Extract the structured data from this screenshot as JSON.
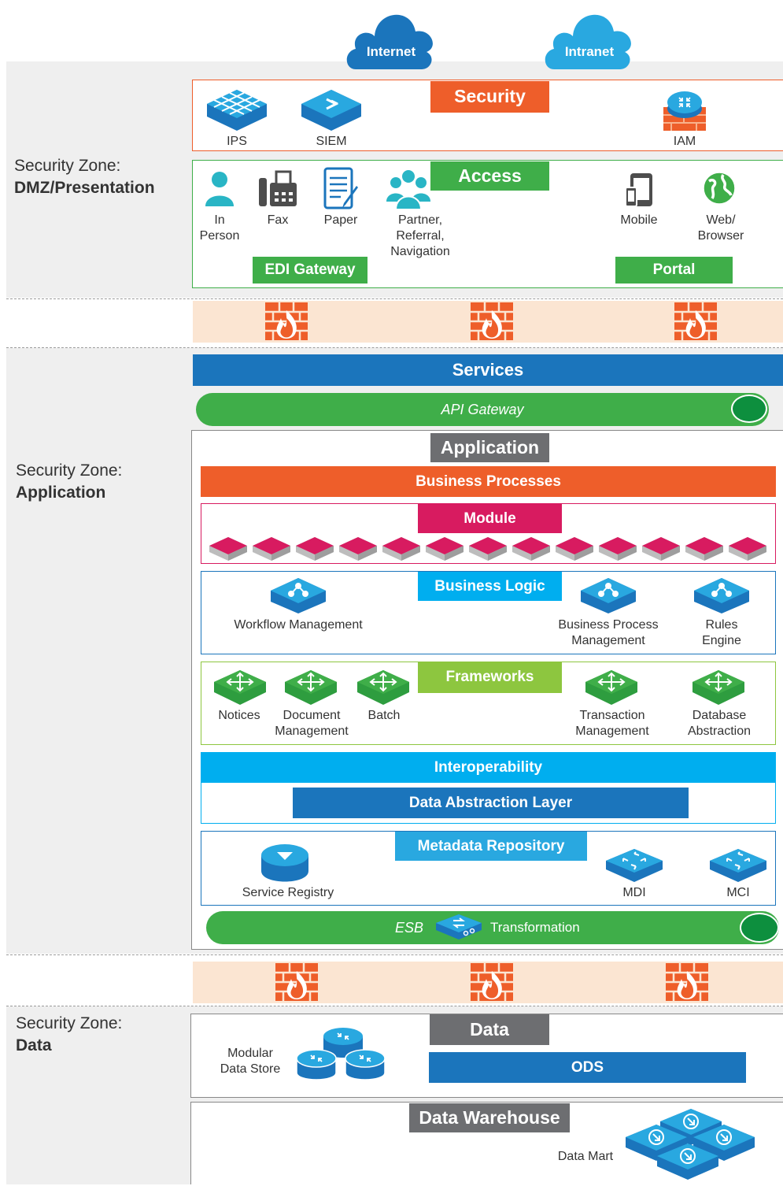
{
  "clouds": {
    "internet": "Internet",
    "intranet": "Intranet"
  },
  "zones": {
    "dmz": {
      "line1": "Security Zone:",
      "line2": "DMZ/Presentation"
    },
    "application": {
      "line1": "Security Zone:",
      "line2": "Application"
    },
    "data": {
      "line1": "Security Zone:",
      "line2": "Data"
    }
  },
  "security": {
    "title": "Security",
    "items": [
      "IPS",
      "SIEM",
      "IAM"
    ]
  },
  "access": {
    "title": "Access",
    "channels": {
      "in_person": [
        "In",
        "Person"
      ],
      "fax": "Fax",
      "paper": "Paper",
      "partner": [
        "Partner,",
        "Referral,",
        "Navigation"
      ],
      "mobile": "Mobile",
      "web": [
        "Web/",
        "Browser"
      ]
    },
    "edi_gateway": "EDI Gateway",
    "portal": "Portal"
  },
  "services": {
    "title": "Services",
    "api_gateway": "API Gateway"
  },
  "application": {
    "title": "Application",
    "business_processes": "Business Processes",
    "module": "Module",
    "business_logic": {
      "title": "Business Logic",
      "workflow": "Workflow Management",
      "bpm": [
        "Business Process",
        "Management"
      ],
      "rules": [
        "Rules",
        "Engine"
      ]
    },
    "frameworks": {
      "title": "Frameworks",
      "notices": "Notices",
      "document": [
        "Document",
        "Management"
      ],
      "batch": "Batch",
      "transaction": [
        "Transaction",
        "Management"
      ],
      "database": [
        "Database",
        "Abstraction"
      ]
    },
    "interoperability": "Interoperability",
    "data_abstraction_layer": "Data Abstraction Layer",
    "metadata": {
      "title": "Metadata Repository",
      "service_registry": "Service Registry",
      "mdi": "MDI",
      "mci": "MCI"
    },
    "esb": {
      "label": "ESB",
      "transformation": "Transformation"
    }
  },
  "data": {
    "title": "Data",
    "modular_data_store": [
      "Modular",
      "Data Store"
    ],
    "ods": "ODS",
    "warehouse": "Data Warehouse",
    "data_mart": "Data Mart"
  },
  "colors": {
    "orange": "#ee5e2a",
    "green": "#3fae49",
    "blue": "#1b75bc",
    "cyan": "#00aeef",
    "magenta": "#d81b60",
    "lime": "#8dc63f",
    "gray": "#6d6e71"
  }
}
